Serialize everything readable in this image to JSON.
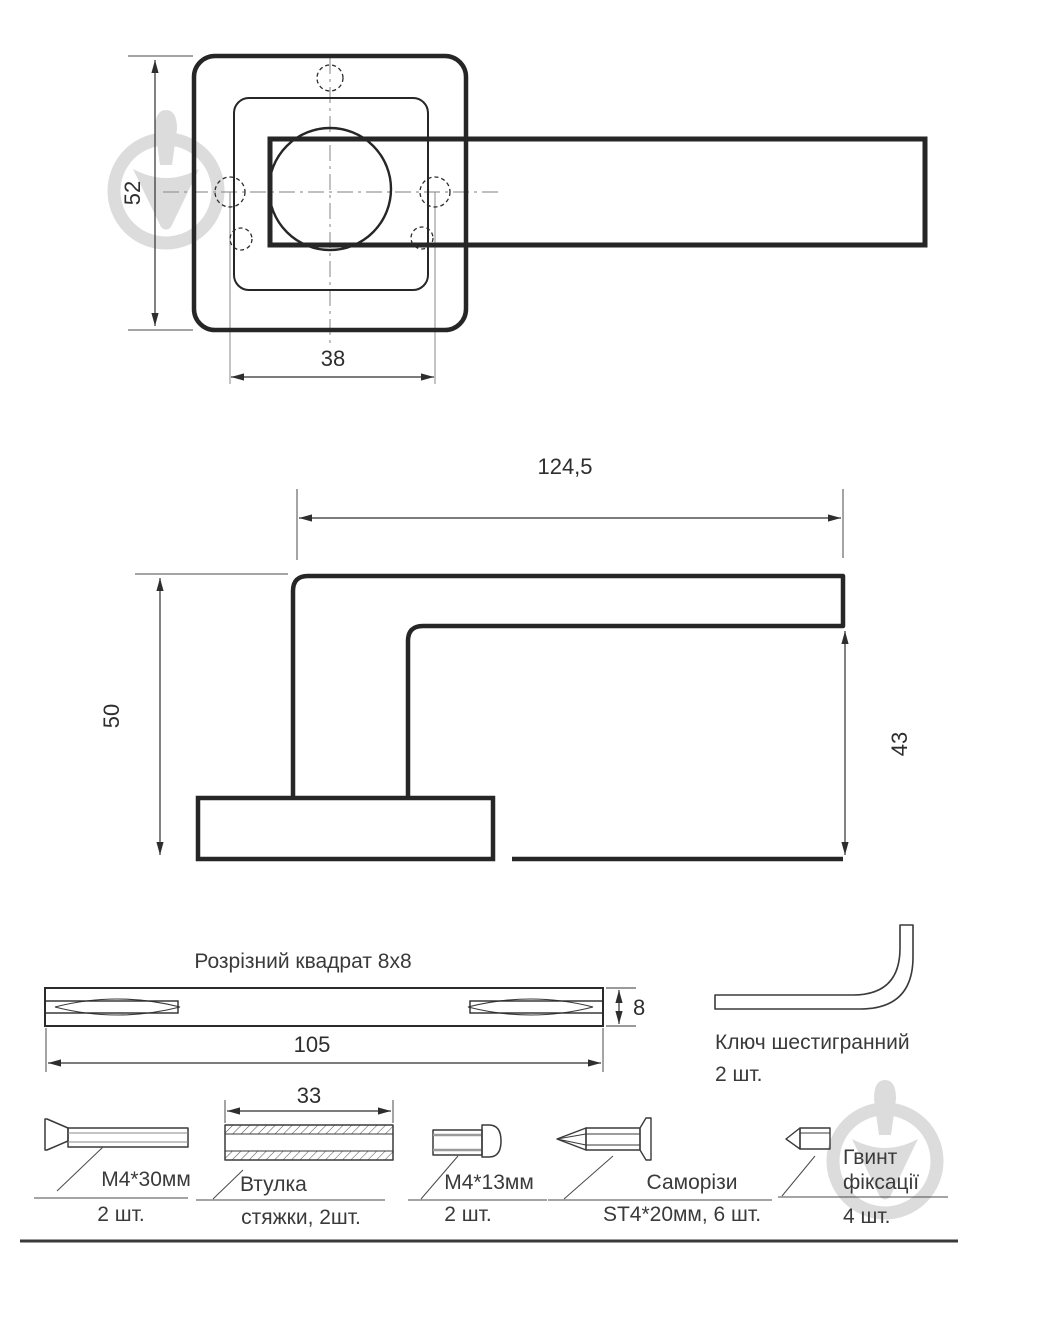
{
  "drawing": {
    "top_view": {
      "rosette_height_dim": "52",
      "hole_spacing_dim": "38"
    },
    "side_view": {
      "handle_length_dim": "124,5",
      "handle_height_dim": "50",
      "lever_drop_dim": "43"
    },
    "spindle": {
      "title": "Розрізний квадрат 8x8",
      "length_dim": "105",
      "section_dim": "8"
    },
    "hex_key": {
      "label": "Ключ шестигранний",
      "qty": "2 шт."
    },
    "fasteners": {
      "bolt_m4_30": {
        "label": "M4*30мм",
        "qty": "2 шт."
      },
      "bushing": {
        "length_dim": "33",
        "name": "Втулка",
        "qty": "стяжки, 2шт."
      },
      "bolt_m4_13": {
        "label": "M4*13мм",
        "qty": "2 шт."
      },
      "self_tapping": {
        "name": "Саморізи",
        "spec": "ST4*20мм, 6 шт."
      },
      "set_screw": {
        "name_line1": "Гвинт",
        "name_line2": "фіксації",
        "qty": "4 шт."
      }
    },
    "colors": {
      "line": "#262626",
      "dim_line": "#4a4a4a",
      "centerline": "#999999",
      "watermark": "#dcdcdc",
      "text": "#3a3a3a"
    }
  }
}
